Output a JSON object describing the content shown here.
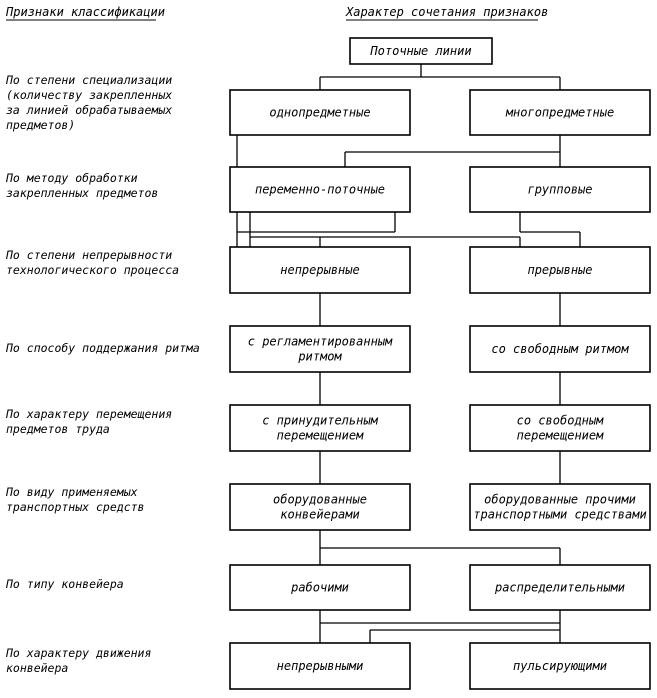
{
  "headers": {
    "left": "Признаки классификации",
    "right": "Характер сочетания признаков"
  },
  "root": "Поточные линии",
  "criteria": [
    [
      "По степени специализации",
      "(количеству закрепленных",
      "за линией обрабатываемых",
      "предметов)"
    ],
    [
      "По методу обработки",
      "закрепленных предметов"
    ],
    [
      "По степени непрерывности",
      "технологического процесса"
    ],
    [
      "По способу поддержания ритма"
    ],
    [
      "По характеру перемещения",
      "предметов труда"
    ],
    [
      "По виду применяемых",
      "транспортных средств"
    ],
    [
      "По типу конвейера"
    ],
    [
      "По характеру движения",
      "конвейера"
    ]
  ],
  "boxes": [
    {
      "left": [
        "однопредметные"
      ],
      "right": [
        "многопредметные"
      ]
    },
    {
      "left": [
        "переменно-поточные"
      ],
      "right": [
        "групповые"
      ]
    },
    {
      "left": [
        "непрерывные"
      ],
      "right": [
        "прерывные"
      ]
    },
    {
      "left": [
        "с регламентированным",
        "ритмом"
      ],
      "right": [
        "со свободным ритмом"
      ]
    },
    {
      "left": [
        "с принудительным",
        "перемещением"
      ],
      "right": [
        "со свободным",
        "перемещением"
      ]
    },
    {
      "left": [
        "оборудованные",
        "конвейерами"
      ],
      "right": [
        "оборудованные прочими",
        "транспортными средствами"
      ]
    },
    {
      "left": [
        "рабочими"
      ],
      "right": [
        "распределительными"
      ]
    },
    {
      "left": [
        "непрерывными"
      ],
      "right": [
        "пульсирующими"
      ]
    }
  ]
}
